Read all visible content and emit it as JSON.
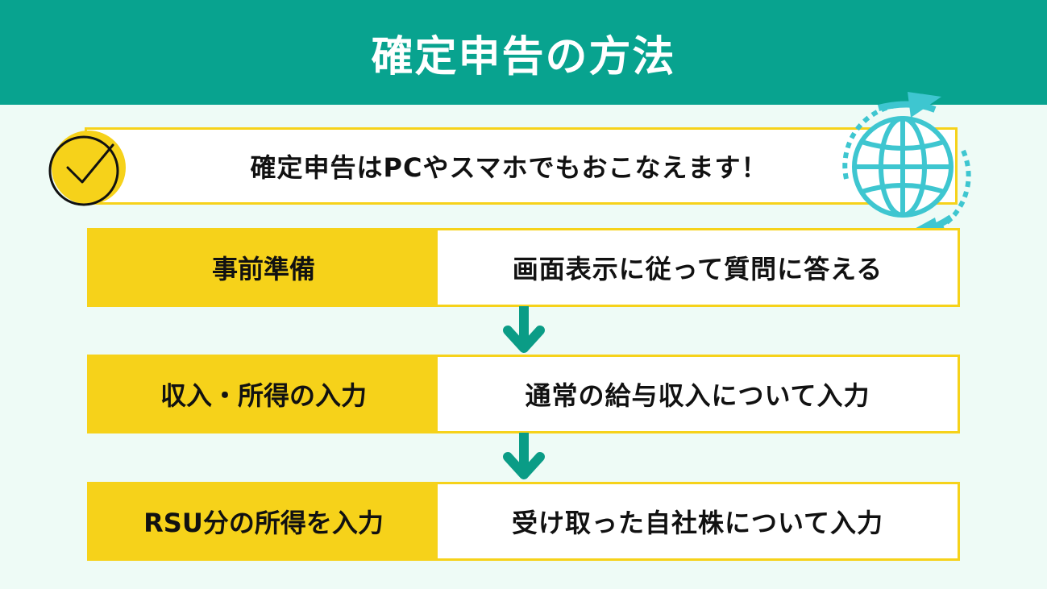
{
  "header": {
    "title": "確定申告の方法"
  },
  "intro": {
    "text": "確定申告はPCやスマホでもおこなえます！"
  },
  "steps": [
    {
      "label": "事前準備",
      "description": "画面表示に従って質問に答える"
    },
    {
      "label": "収入・所得の入力",
      "description": "通常の給与収入について入力"
    },
    {
      "label": "RSU分の所得を入力",
      "description": "受け取った自社株について入力"
    }
  ],
  "colors": {
    "header_bg": "#08a38f",
    "page_bg": "#eefbf6",
    "accent_yellow": "#f6d21a",
    "arrow_teal": "#0a9c86",
    "globe_teal": "#3ec6d0"
  },
  "icons": {
    "check": "check-circle-icon",
    "globe": "globe-sync-icon",
    "arrow": "arrow-down-icon"
  }
}
